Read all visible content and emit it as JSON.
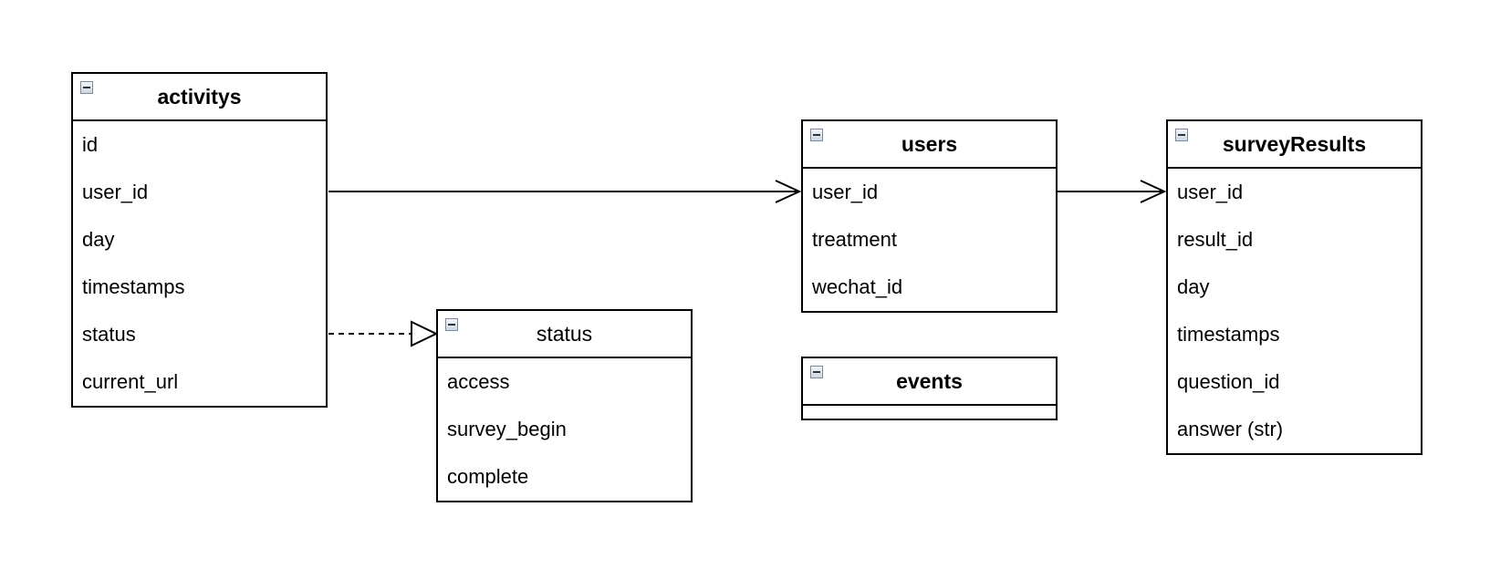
{
  "entities": {
    "activitys": {
      "title": "activitys",
      "fields": [
        "id",
        "user_id",
        "day",
        "timestamps",
        "status",
        "current_url"
      ]
    },
    "status": {
      "title": "status",
      "fields": [
        "access",
        "survey_begin",
        "complete"
      ]
    },
    "users": {
      "title": "users",
      "fields": [
        "user_id",
        "treatment",
        "wechat_id"
      ]
    },
    "events": {
      "title": "events",
      "fields": []
    },
    "surveyResults": {
      "title": "surveyResults",
      "fields": [
        "user_id",
        "result_id",
        "day",
        "timestamps",
        "question_id",
        "answer (str)"
      ]
    }
  },
  "relations": [
    {
      "from": "activitys.user_id",
      "to": "users.user_id",
      "style": "solid",
      "arrow": "open"
    },
    {
      "from": "users.user_id",
      "to": "surveyResults.user_id",
      "style": "solid",
      "arrow": "open"
    },
    {
      "from": "activitys.status",
      "to": "status",
      "style": "dashed",
      "arrow": "hollow-triangle"
    }
  ],
  "colors": {
    "line": "#000000",
    "background": "#ffffff",
    "icon_border": "#7a8aa0"
  },
  "icons": {
    "collapse": "minus-box-icon"
  }
}
